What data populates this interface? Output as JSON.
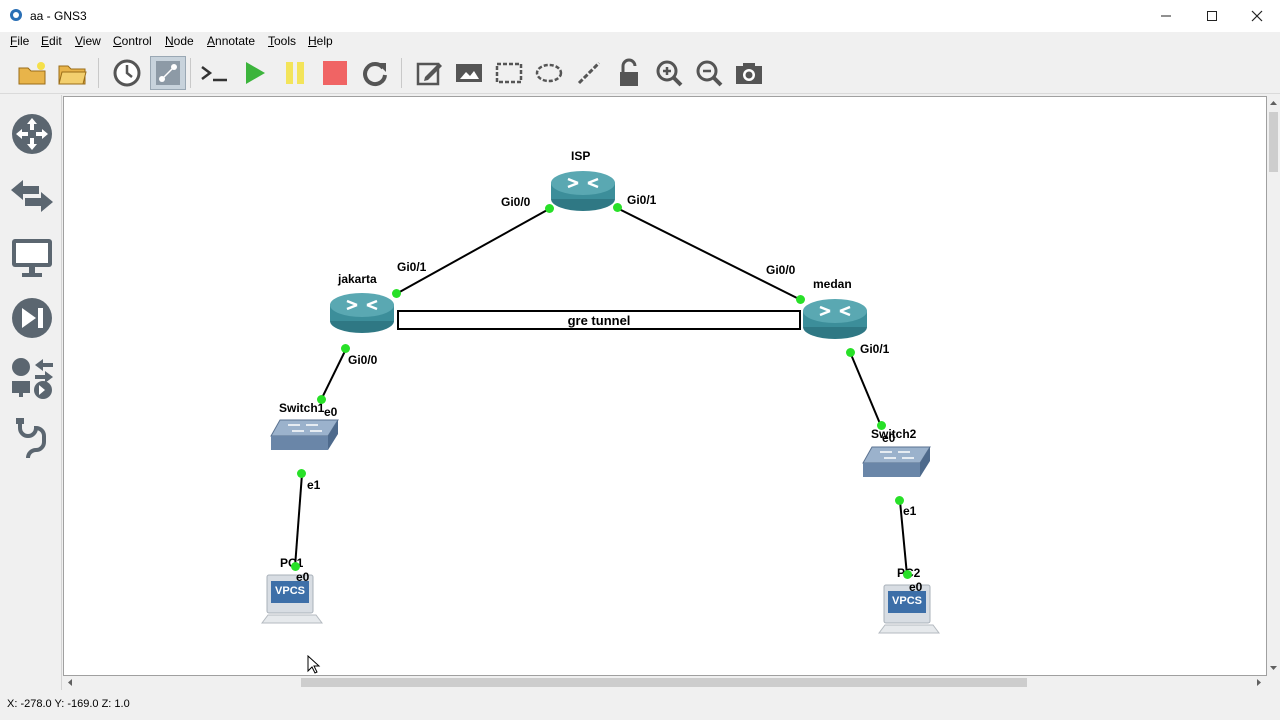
{
  "window": {
    "title": "aa - GNS3"
  },
  "menu": [
    "File",
    "Edit",
    "View",
    "Control",
    "Node",
    "Annotate",
    "Tools",
    "Help"
  ],
  "toolbar": {
    "icons": [
      "new-project-icon",
      "open-project-icon",
      "snapshot-icon",
      "show-interface-labels-icon",
      "console-icon",
      "start-icon",
      "suspend-icon",
      "stop-icon",
      "reload-icon",
      "add-note-icon",
      "insert-image-icon",
      "draw-rectangle-icon",
      "draw-ellipse-icon",
      "draw-line-icon",
      "lock-icon",
      "zoom-in-icon",
      "zoom-out-icon",
      "screenshot-icon"
    ]
  },
  "sidebar": {
    "icons": [
      "routers-icon",
      "switches-icon",
      "end-devices-icon",
      "security-devices-icon",
      "all-devices-icon",
      "add-link-icon"
    ]
  },
  "topology": {
    "nodes": {
      "isp": {
        "label": "ISP"
      },
      "jakarta": {
        "label": "jakarta"
      },
      "medan": {
        "label": "medan"
      },
      "switch1": {
        "label": "Switch1"
      },
      "switch2": {
        "label": "Switch2"
      },
      "pc1": {
        "label": "PC1",
        "badge": "VPCS"
      },
      "pc2": {
        "label": "PC2",
        "badge": "VPCS"
      }
    },
    "ports": {
      "isp_gi00": "Gi0/0",
      "isp_gi01": "Gi0/1",
      "jakarta_gi01": "Gi0/1",
      "jakarta_gi00": "Gi0/0",
      "medan_gi00": "Gi0/0",
      "medan_gi01": "Gi0/1",
      "switch1_e0": "e0",
      "switch1_e1": "e1",
      "switch2_e0": "e0",
      "switch2_e1": "e1",
      "pc1_e0": "e0",
      "pc2_e0": "e0"
    },
    "annotation": "gre tunnel"
  },
  "status": {
    "coords": "X: -278.0 Y: -169.0 Z: 1.0"
  },
  "colors": {
    "link_up": "#28e028",
    "router": "#3c8e9a",
    "switch": "#6a86a8"
  }
}
